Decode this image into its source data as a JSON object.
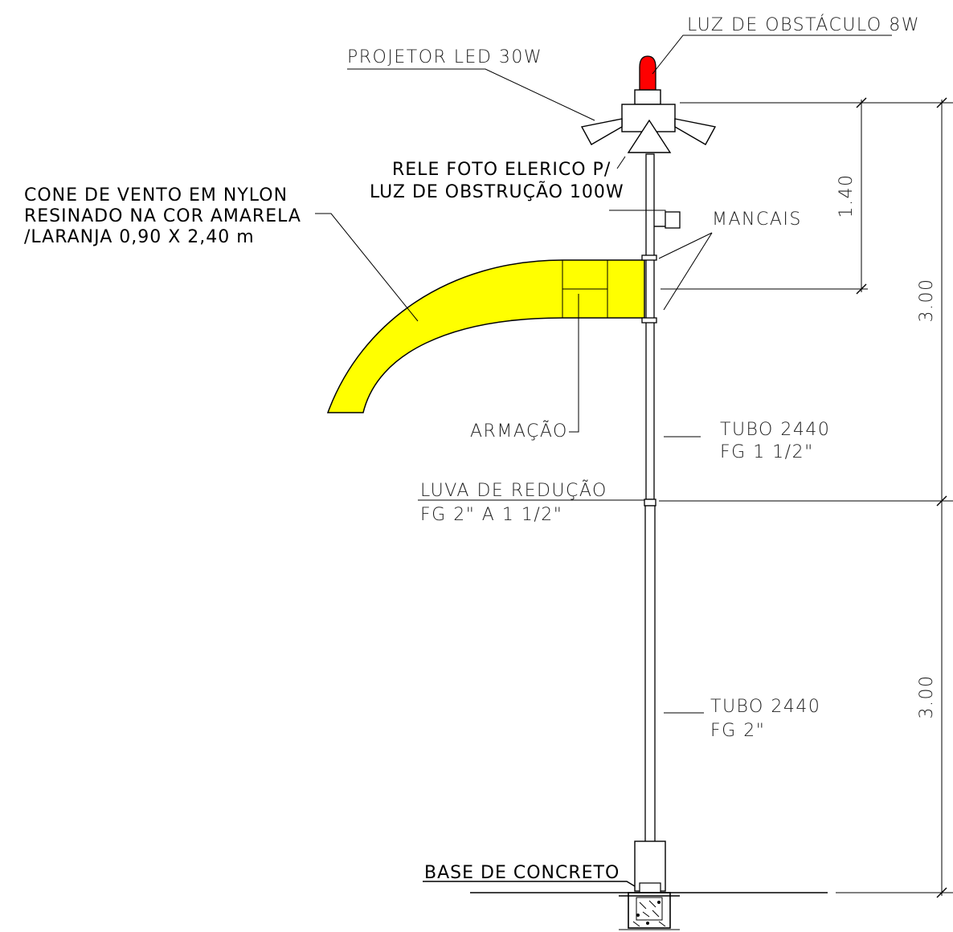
{
  "labels": {
    "obstacle_light": "LUZ DE OBSTÁCULO 8W",
    "led_projector": "PROJETOR LED 30W",
    "photo_relay_line1": "RELE FOTO ELERICO P/",
    "photo_relay_line2": "LUZ DE OBSTRUÇÃO 100W",
    "wind_cone_line1": "CONE DE VENTO EM NYLON",
    "wind_cone_line2": "RESINADO NA COR AMARELA",
    "wind_cone_line3": "/LARANJA 0,90 X 2,40 m",
    "bearings": "MANCAIS",
    "frame": "ARMAÇÃO",
    "upper_tube_line1": "TUBO 2440",
    "upper_tube_line2": "FG 1 1/2\"",
    "reducer_line1": "LUVA DE REDUÇÃO",
    "reducer_line2": "FG 2\" A 1 1/2\"",
    "lower_tube_line1": "TUBO 2440",
    "lower_tube_line2": "FG 2\"",
    "concrete_base": "BASE DE CONCRETO"
  },
  "dimensions": {
    "top_segment": "1.40",
    "upper_mast": "3.00",
    "lower_mast": "3.00"
  },
  "colors": {
    "wind_cone": "#ffff00",
    "obstacle_light": "#ff0000",
    "lines": "#000000"
  }
}
